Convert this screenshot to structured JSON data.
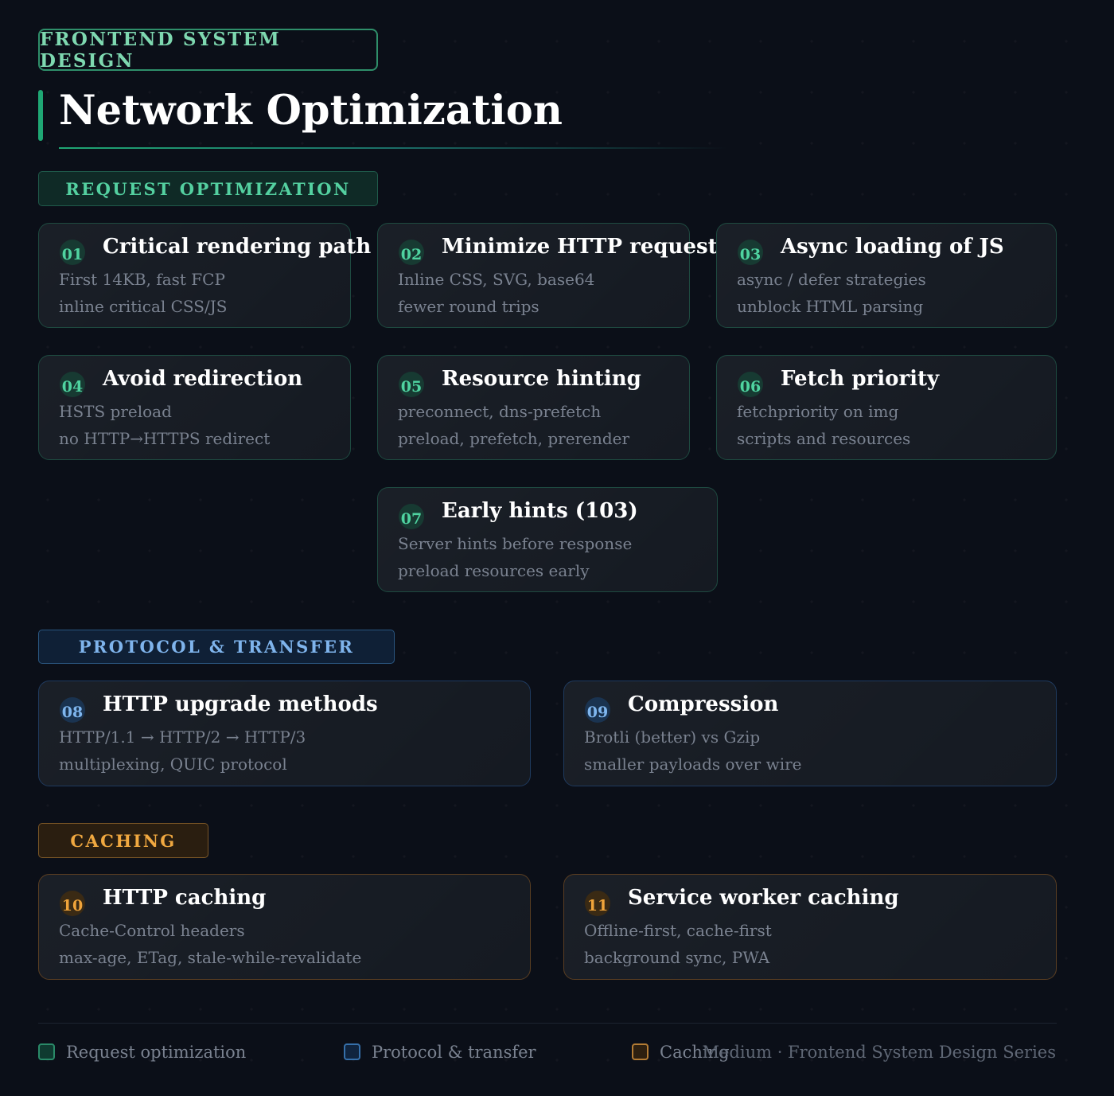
{
  "eyebrow": "FRONTEND SYSTEM DESIGN",
  "title": "Network Optimization",
  "sections": {
    "request": "REQUEST OPTIMIZATION",
    "protocol": "PROTOCOL & TRANSFER",
    "caching": "CACHING"
  },
  "cards": [
    {
      "num": "01",
      "title": "Critical rendering path",
      "line1": "First 14KB, fast FCP",
      "line2": "inline critical CSS/JS"
    },
    {
      "num": "02",
      "title": "Minimize HTTP requests",
      "line1": "Inline CSS, SVG, base64",
      "line2": "fewer round trips"
    },
    {
      "num": "03",
      "title": "Async loading of JS",
      "line1": "async / defer strategies",
      "line2": "unblock HTML parsing"
    },
    {
      "num": "04",
      "title": "Avoid redirection",
      "line1": "HSTS preload",
      "line2": "no HTTP→HTTPS redirect"
    },
    {
      "num": "05",
      "title": "Resource hinting",
      "line1": "preconnect, dns-prefetch",
      "line2": "preload, prefetch, prerender"
    },
    {
      "num": "06",
      "title": "Fetch priority",
      "line1": "fetchpriority on img",
      "line2": "scripts and resources"
    },
    {
      "num": "07",
      "title": "Early hints (103)",
      "line1": "Server hints before response",
      "line2": "preload resources early"
    },
    {
      "num": "08",
      "title": "HTTP upgrade methods",
      "line1": "HTTP/1.1 → HTTP/2 → HTTP/3",
      "line2": "multiplexing, QUIC protocol"
    },
    {
      "num": "09",
      "title": "Compression",
      "line1": "Brotli (better) vs Gzip",
      "line2": "smaller payloads over wire"
    },
    {
      "num": "10",
      "title": "HTTP caching",
      "line1": "Cache-Control headers",
      "line2": "max-age, ETag, stale-while-revalidate"
    },
    {
      "num": "11",
      "title": "Service worker caching",
      "line1": "Offline-first, cache-first",
      "line2": "background sync, PWA"
    }
  ],
  "legend": {
    "request": "Request optimization",
    "protocol": "Protocol & transfer",
    "caching": "Caching"
  },
  "credit": "Medium · Frontend System Design Series",
  "colors": {
    "request": "#1fa774",
    "protocol": "#3670aa",
    "caching": "#b47c34",
    "background": "#0b0f18"
  }
}
